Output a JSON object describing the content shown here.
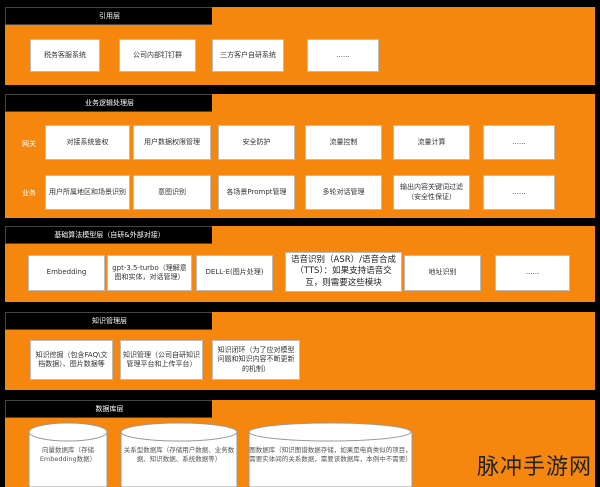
{
  "layers": {
    "app": {
      "title": "引用层",
      "items": [
        "税务客服系统",
        "公司内部钉钉群",
        "三方客户自研系统",
        "......"
      ]
    },
    "logic": {
      "title": "业务逻辑处理层",
      "gateway_label": "网关",
      "gateway_items": [
        "对接系统鉴权",
        "用户数据权限管理",
        "安全防护",
        "流量控制",
        "流量计算",
        "......"
      ],
      "business_label": "业务",
      "business_items": [
        "用户所属地区和场景识别",
        "意图识别",
        "各场景Prompt管理",
        "多轮对话管理",
        "输出内容关键词过滤（安全性保证）",
        "......"
      ]
    },
    "models": {
      "title": "基础算法模型层（自研&外部对接）",
      "items": [
        "Embedding",
        "gpt-3.5-turbo（理解意图和实体，对话管理）",
        "DELL-E(图片处理)",
        "语音识别（ASR）/语音合成（TTS）：如果支持语音交互，则需要这些模块",
        "地址识别",
        "......"
      ]
    },
    "knowledge": {
      "title": "知识管理层",
      "items": [
        "知识挖掘（包含FAQ\\文档数据）、图片数据等",
        "知识管理（公司自研知识管理平台和上传平台）",
        "知识闭环（为了应对模型问题和知识内容不断更新的机制）"
      ]
    },
    "database": {
      "title": "数据库层",
      "items": [
        "向量数据库（存储Embedding数据）",
        "关系型数据库（存储用户数据、业务数据、知识数据、系统数据等）",
        "图数据库（知识图谱数据存储，如果是电商类似的项目，需要实体间的关系数据，需要该数据库，本例中不需要）"
      ]
    }
  },
  "watermark": "脉冲手游网"
}
